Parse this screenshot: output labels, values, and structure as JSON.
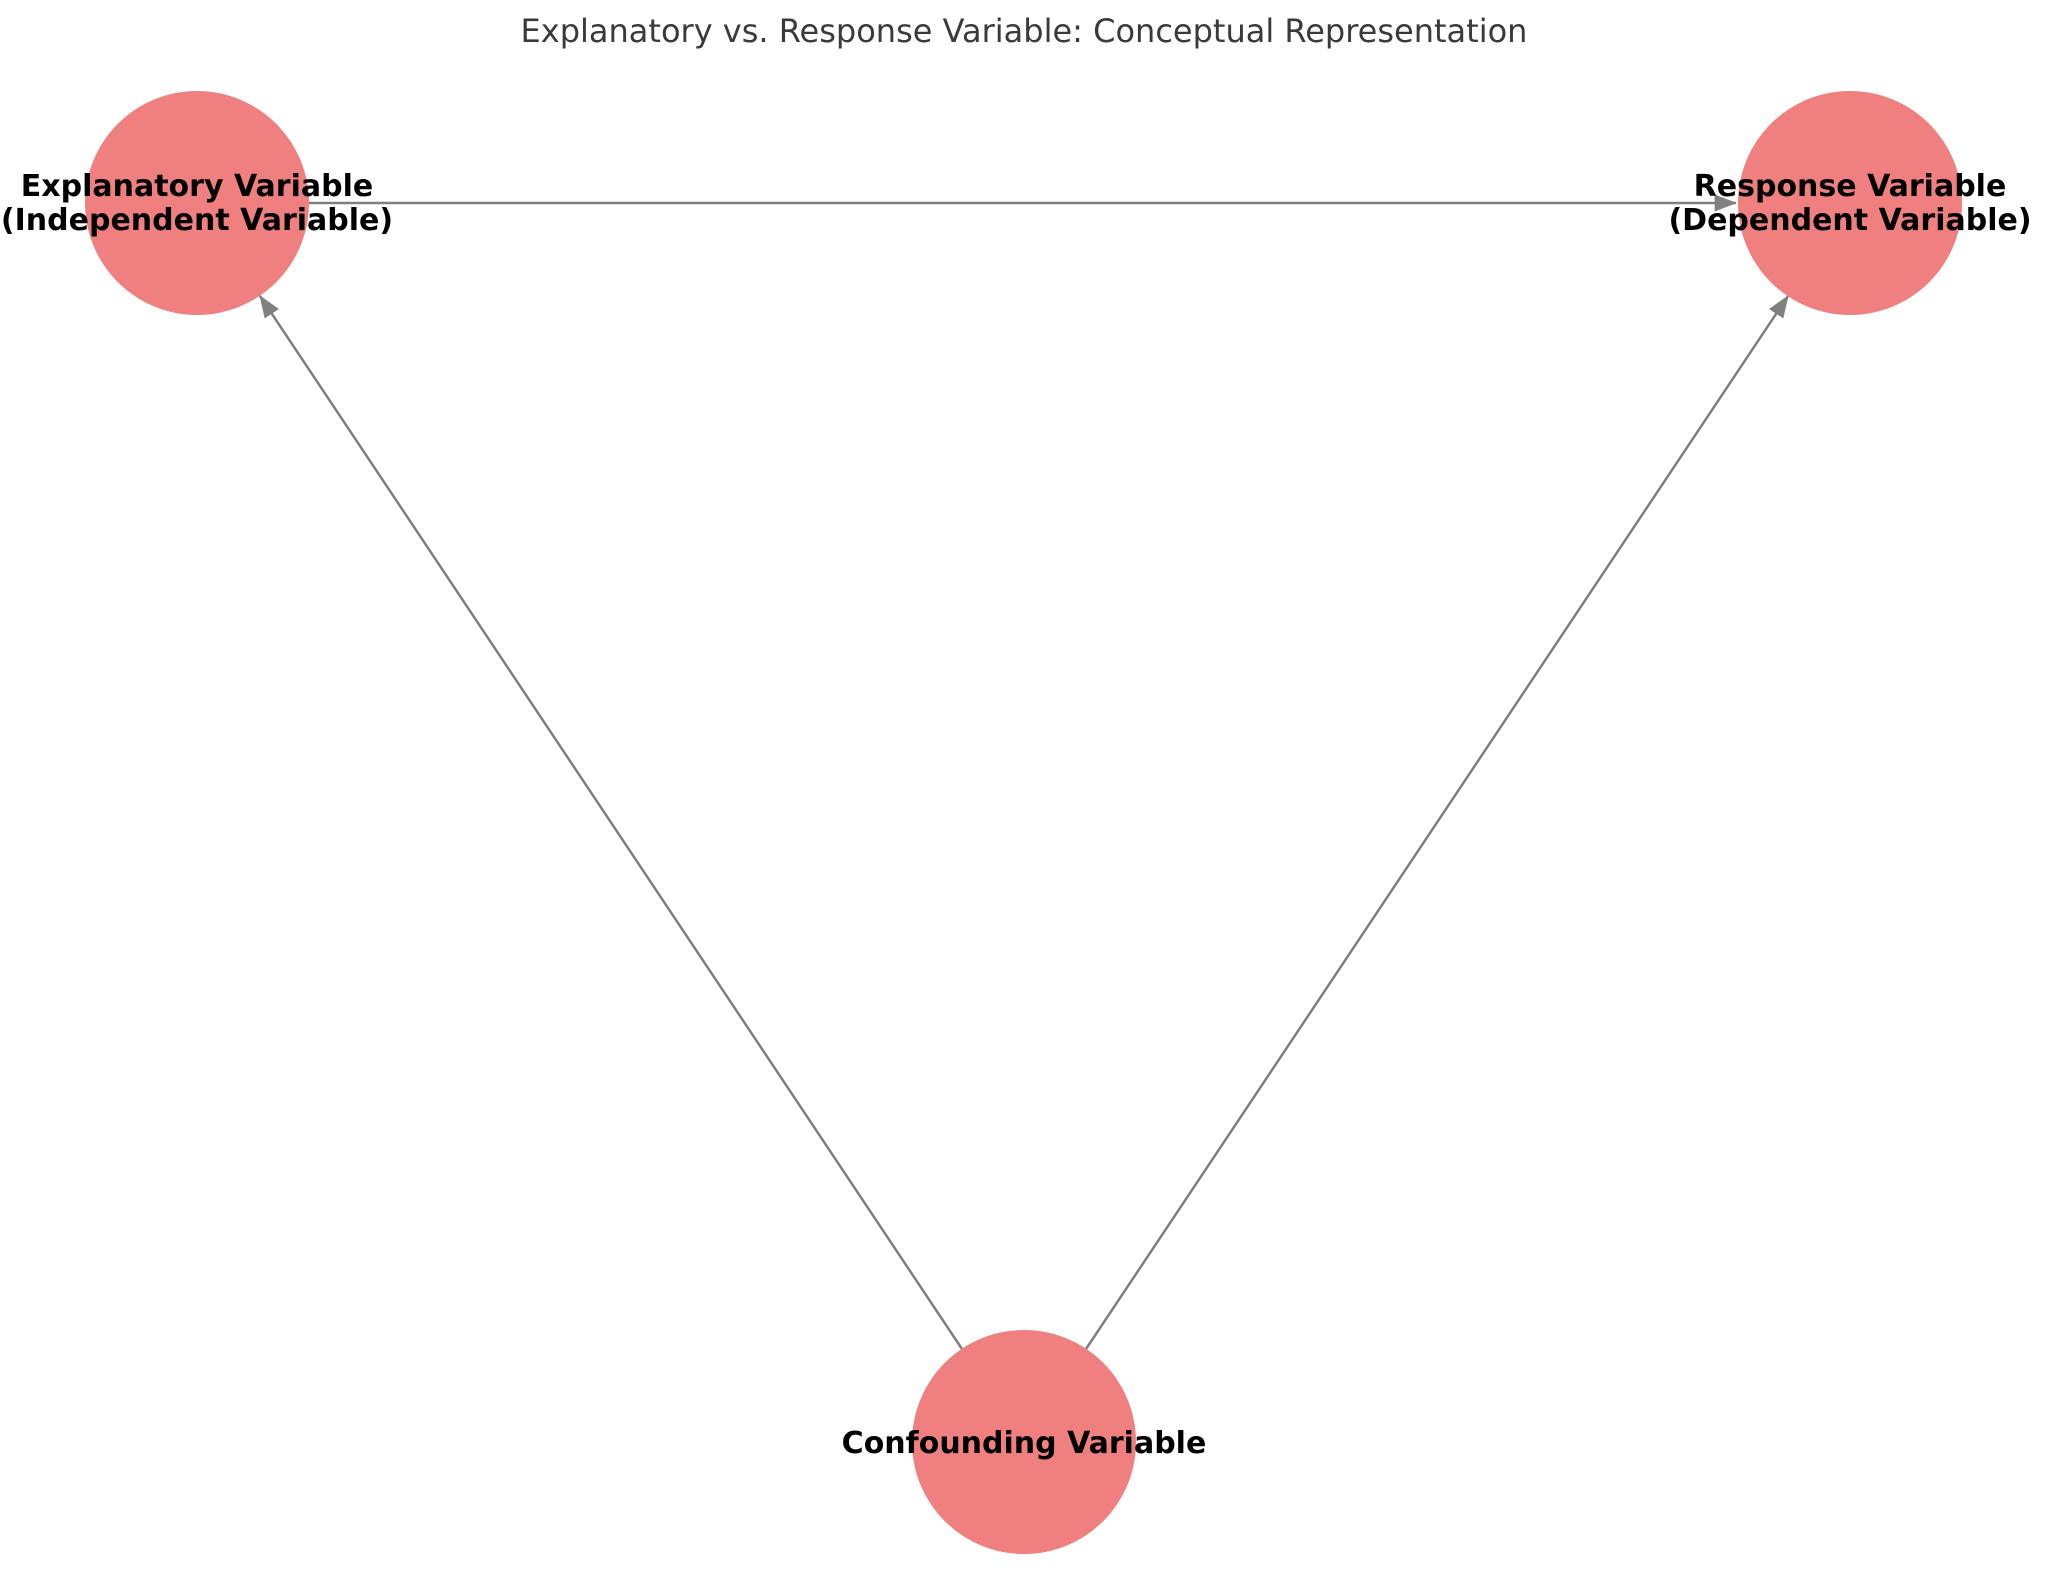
{
  "title": "Explanatory vs. Response Variable: Conceptual Representation",
  "colors": {
    "node_fill": "#f08080",
    "edge": "#808080",
    "title_text": "#3a3a3a",
    "label_text": "#000000",
    "background": "#ffffff"
  },
  "nodes": [
    {
      "id": "explanatory",
      "label_line1": "Explanatory Variable",
      "label_line2": "(Independent Variable)"
    },
    {
      "id": "response",
      "label_line1": "Response Variable",
      "label_line2": "(Dependent Variable)"
    },
    {
      "id": "confounding",
      "label_line1": "Confounding Variable",
      "label_line2": ""
    }
  ],
  "edges": [
    {
      "from": "Explanatory Variable",
      "to": "Response Variable",
      "direction": "arrow"
    },
    {
      "from": "Confounding Variable",
      "to": "Explanatory Variable",
      "direction": "arrow"
    },
    {
      "from": "Confounding Variable",
      "to": "Response Variable",
      "direction": "arrow"
    }
  ]
}
